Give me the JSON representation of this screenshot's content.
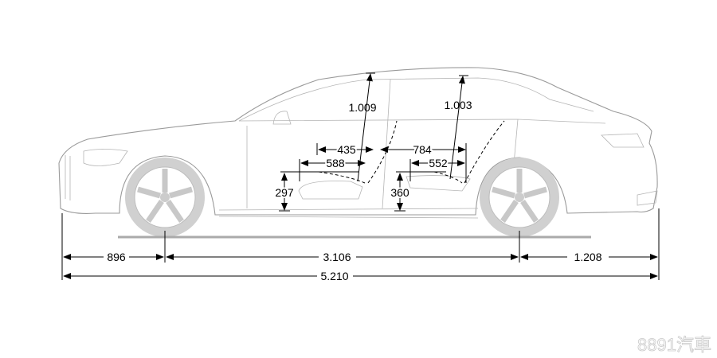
{
  "dimensions": {
    "headroom_front": "1.009",
    "headroom_rear": "1.003",
    "shoulder_front": "435",
    "legroom_rear_gap": "784",
    "seat_depth_front": "588",
    "seat_depth_rear": "552",
    "seat_height_front": "297",
    "seat_height_rear": "360",
    "front_overhang": "896",
    "wheelbase": "3.106",
    "rear_overhang": "1.208",
    "overall_length": "5.210"
  },
  "watermark": "8891汽車",
  "colors": {
    "body_line": "#9a9a9a",
    "wheel": "#c4c4c4",
    "dimension": "#000000"
  }
}
